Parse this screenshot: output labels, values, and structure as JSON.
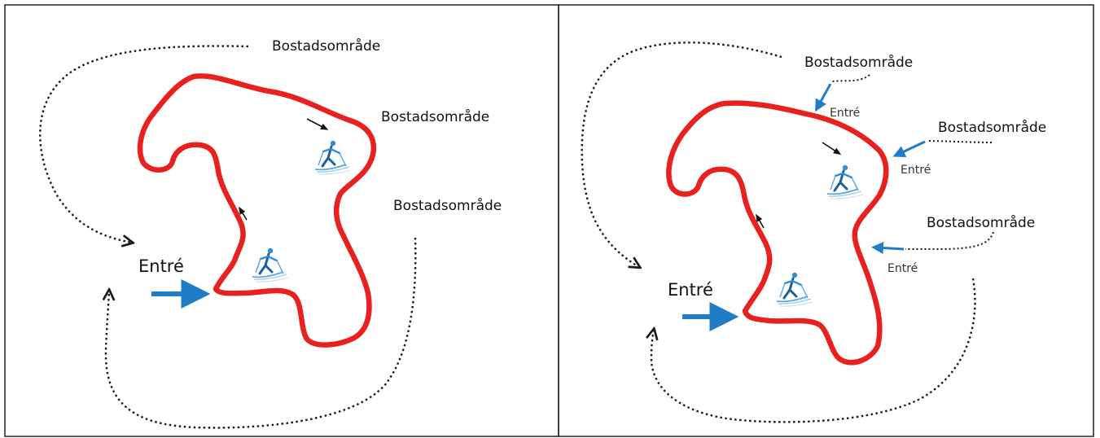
{
  "colors": {
    "track": "#e8201e",
    "arrow": "#1f7cc7",
    "dotted": "#1a1a1a",
    "skier": "#2f8fd6",
    "border": "#222222"
  },
  "left_panel": {
    "labels": {
      "area_top": "Bostadsområde",
      "area_right_upper": "Bostadsområde",
      "area_right_lower": "Bostadsområde",
      "entrance": "Entré"
    }
  },
  "right_panel": {
    "labels": {
      "area_top": "Bostadsområde",
      "area_right_upper": "Bostadsområde",
      "area_right_lower": "Bostadsområde",
      "entrance": "Entré",
      "entrance_top": "Entré",
      "entrance_right_upper": "Entré",
      "entrance_right_lower": "Entré"
    }
  },
  "icons": {
    "skier": "cross-country-skier-icon",
    "entrance_arrow": "blue-arrow-icon",
    "direction_arrow": "small-black-arrow-icon"
  }
}
